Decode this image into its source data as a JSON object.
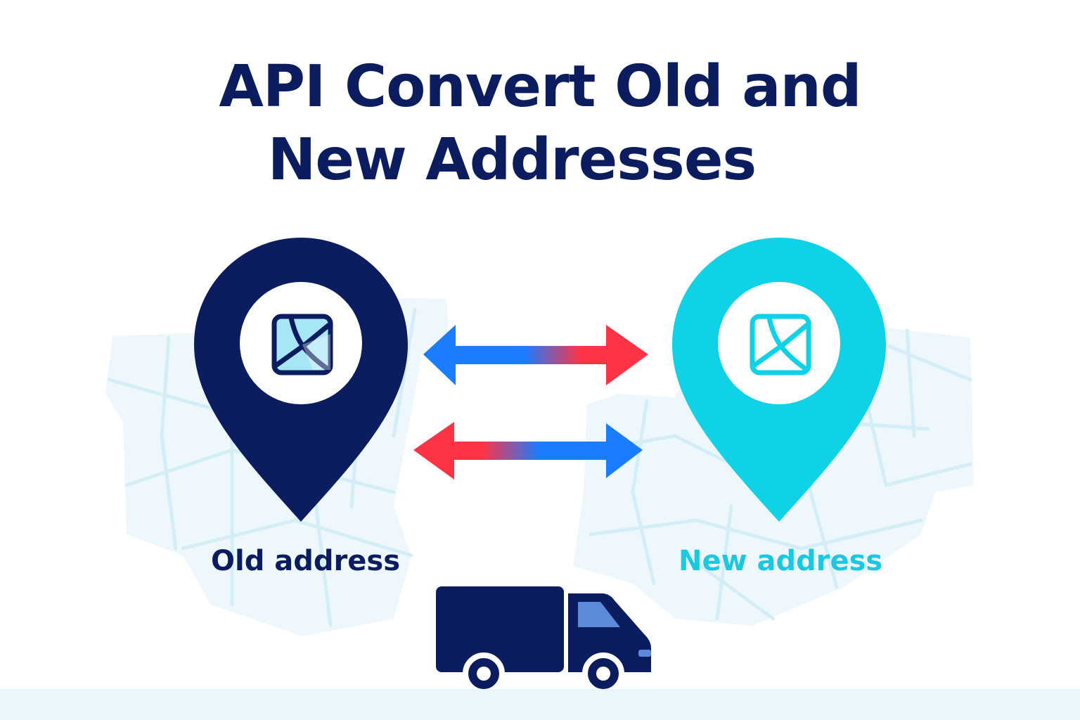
{
  "title": {
    "line1": "API Convert Old and",
    "line2": "New Addresses"
  },
  "old_address": {
    "label": "Old address",
    "pin_color": "#0b1d5e",
    "icon": "map-icon"
  },
  "new_address": {
    "label": "New address",
    "pin_color": "#10d2e6",
    "icon": "map-icon"
  },
  "arrows": {
    "icon": "double-arrow-icon",
    "blue": "#1a7dff",
    "red": "#ff3346"
  },
  "truck": {
    "icon": "delivery-truck-icon",
    "body_color": "#0b1d5e",
    "window_color": "#5b8bd8"
  },
  "map_background": {
    "icon": "street-map-icon",
    "fill": "#eef8fc",
    "street_color": "#d4eef8"
  }
}
